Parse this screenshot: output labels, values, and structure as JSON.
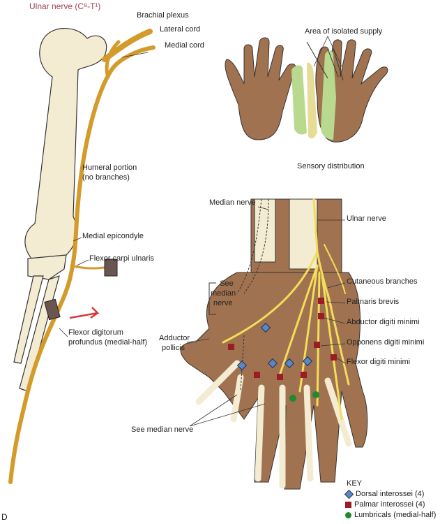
{
  "figure": {
    "panel_letter": "D",
    "title": "Ulnar nerve (C⁸-T¹)",
    "arm_labels": {
      "brachial_plexus": "Brachial plexus",
      "lateral_cord": "Lateral cord",
      "medial_cord": "Medial cord",
      "humeral_portion_1": "Humeral portion",
      "humeral_portion_2": "(no branches)",
      "medial_epicondyle": "Medial epicondyle",
      "flexor_carpi_ulnaris": "Flexor carpi ulnaris",
      "fdp_1": "Flexor digitorum",
      "fdp_2": "profundus (medial-half)"
    },
    "sensory_labels": {
      "area_isolated": "Area of isolated supply",
      "sensory_distribution": "Sensory distribution"
    },
    "hand_labels": {
      "median_nerve": "Median nerve",
      "ulnar_nerve": "Ulnar nerve",
      "see_median_1": "See",
      "see_median_2": "median",
      "see_median_3": "nerve",
      "cutaneous_branches": "Cutaneous branches",
      "palmaris_brevis": "Palmaris brevis",
      "abductor_digiti_minimi": "Abductor digiti minimi",
      "opponens_digiti_minimi": "Opponens digiti minimi",
      "flexor_digiti_minimi": "Flexor digiti minimi",
      "adductor_1": "Adductor",
      "adductor_2": "pollicis",
      "see_median_nerve": "See median nerve"
    },
    "key": {
      "title": "KEY",
      "items": [
        {
          "label": "Dorsal interossei (4)",
          "shape": "diamond",
          "color": "#5b86c9"
        },
        {
          "label": "Palmar interossei (4)",
          "shape": "square",
          "color": "#9b1c22"
        },
        {
          "label": "Lumbricals (medial-half)",
          "shape": "circle",
          "color": "#1f8a2e"
        }
      ]
    },
    "colors": {
      "nerve": "#d49a2a",
      "bone": "#f3ecd2",
      "skin": "#a0724f",
      "hand_nerve": "#f2de5a",
      "isolated_area": "#b9d98f",
      "sensory_area": "#e6dc95"
    }
  }
}
